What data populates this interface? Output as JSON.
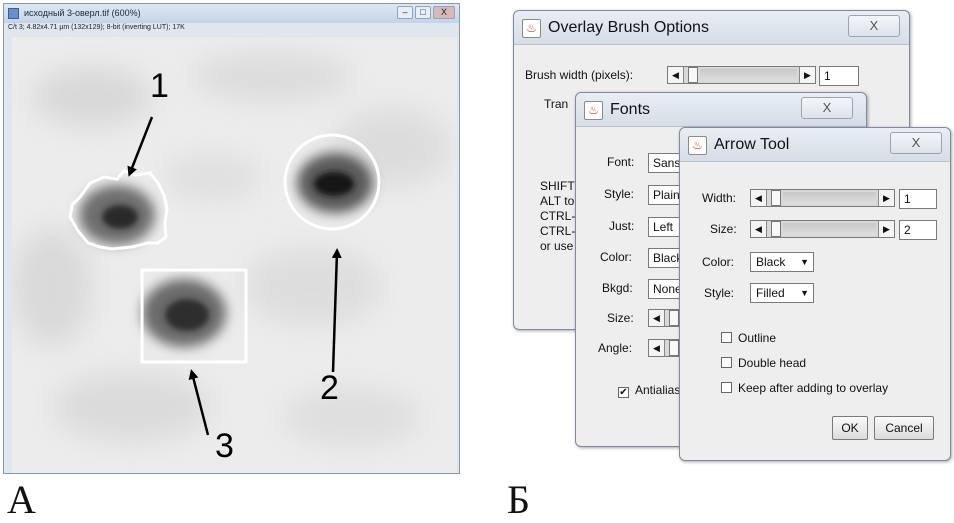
{
  "panel_a": {
    "letter": "А",
    "window_title": "исходный 3-оверл.tif (600%)",
    "window_buttons": [
      "‒",
      "□",
      "X"
    ],
    "info_line": "C/t 3; 4.82x4.71 µm (132x129); 8-bit (inverting LUT); 17K",
    "annotations": [
      {
        "label": "1",
        "shape": "freehand"
      },
      {
        "label": "2",
        "shape": "oval"
      },
      {
        "label": "3",
        "shape": "rectangle"
      }
    ]
  },
  "panel_b": {
    "letter": "Б",
    "overlay_brush": {
      "title": "Overlay Brush Options",
      "close": "X",
      "width_label": "Brush width (pixels):",
      "width_value": "1",
      "transparency_label": "Tran",
      "help_lines": [
        "SHIFT",
        "ALT to",
        "CTRL-",
        "CTRL-",
        "or use"
      ]
    },
    "fonts": {
      "title": "Fonts",
      "close": "X",
      "font_label": "Font:",
      "font_value": "Sans",
      "style_label": "Style:",
      "style_value": "Plain",
      "just_label": "Just:",
      "just_value": "Left",
      "color_label": "Color:",
      "color_value": "Black",
      "bkgd_label": "Bkgd:",
      "bkgd_value": "None",
      "size_label": "Size:",
      "angle_label": "Angle:",
      "antialiased_label": "Antialiased",
      "antialiased_checked": true
    },
    "arrow_tool": {
      "title": "Arrow Tool",
      "close": "X",
      "width_label": "Width:",
      "width_value": "1",
      "size_label": "Size:",
      "size_value": "2",
      "color_label": "Color:",
      "color_value": "Black",
      "style_label": "Style:",
      "style_value": "Filled",
      "outline_label": "Outline",
      "outline_checked": false,
      "double_head_label": "Double head",
      "double_head_checked": false,
      "keep_label": "Keep after adding to overlay",
      "keep_checked": false,
      "ok_label": "OK",
      "cancel_label": "Cancel"
    }
  }
}
